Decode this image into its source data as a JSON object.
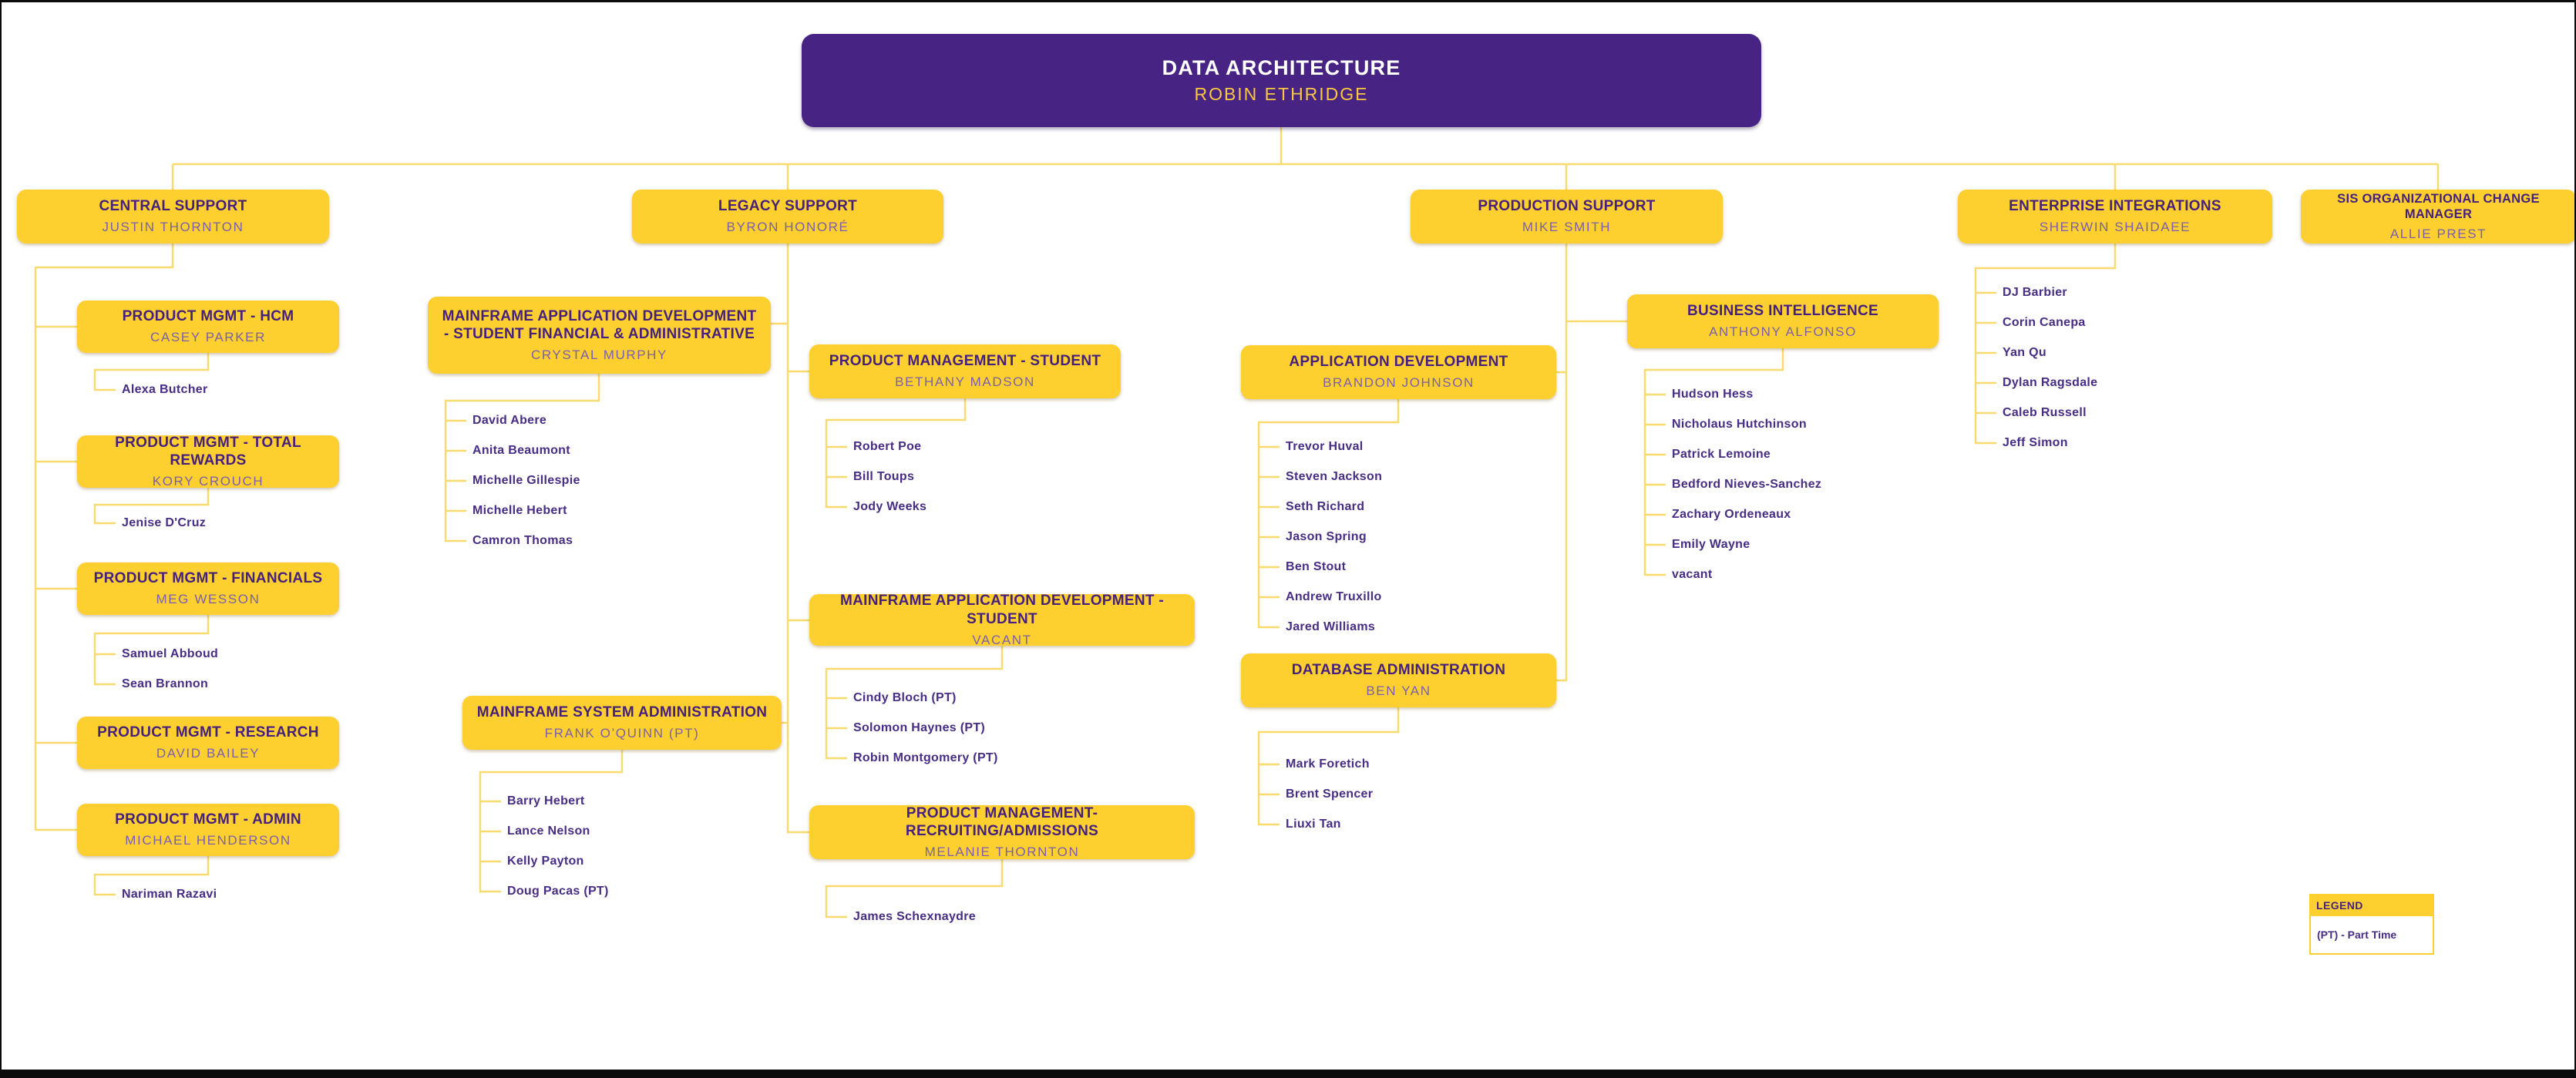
{
  "palette": {
    "purple": "#472384",
    "gold": "#FDD02F",
    "wire_gold": "#F9DA6F",
    "title_text": "#46217C",
    "name_text": "#7B5FA9",
    "leaf_text": "#472D83"
  },
  "root": {
    "title": "DATA ARCHITECTURE",
    "name": "ROBIN ETHRIDGE"
  },
  "branches": [
    {
      "title": "CENTRAL SUPPORT",
      "name": "JUSTIN THORNTON",
      "children": [
        {
          "title": "PRODUCT MGMT - HCM",
          "name": "CASEY PARKER",
          "reports": [
            "Alexa Butcher"
          ]
        },
        {
          "title": "PRODUCT MGMT - TOTAL REWARDS",
          "name": "KORY CROUCH",
          "reports": [
            "Jenise D'Cruz"
          ]
        },
        {
          "title": "PRODUCT MGMT - FINANCIALS",
          "name": "MEG WESSON",
          "reports": [
            "Samuel Abboud",
            "Sean Brannon"
          ]
        },
        {
          "title": "PRODUCT MGMT - RESEARCH",
          "name": "DAVID BAILEY",
          "reports": []
        },
        {
          "title": "PRODUCT MGMT - ADMIN",
          "name": "MICHAEL HENDERSON",
          "reports": [
            "Nariman Razavi"
          ]
        }
      ]
    },
    {
      "title": "LEGACY SUPPORT",
      "name": "BYRON HONORÉ",
      "children": [
        {
          "title": "MAINFRAME APPLICATION  DEVELOPMENT - STUDENT FINANCIAL & ADMINISTRATIVE",
          "name": "CRYSTAL MURPHY",
          "reports": [
            "David Abere",
            "Anita Beaumont",
            "Michelle Gillespie",
            "Michelle Hebert",
            "Camron Thomas"
          ]
        },
        {
          "title": "PRODUCT MANAGEMENT - STUDENT",
          "name": "BETHANY MADSON",
          "reports": [
            "Robert Poe",
            "Bill Toups",
            "Jody Weeks"
          ]
        },
        {
          "title": "MAINFRAME APPLICATION DEVELOPMENT - STUDENT",
          "name": "VACANT",
          "reports": [
            "Cindy Bloch (PT)",
            "Solomon Haynes (PT)",
            "Robin Montgomery (PT)"
          ]
        },
        {
          "title": "MAINFRAME SYSTEM ADMINISTRATION",
          "name": "FRANK O’QUINN (PT)",
          "reports": [
            "Barry Hebert",
            "Lance Nelson",
            "Kelly Payton",
            "Doug Pacas (PT)"
          ]
        },
        {
          "title": "PRODUCT MANAGEMENT- RECRUITING/ADMISSIONS",
          "name": "MELANIE THORNTON",
          "reports": [
            "James Schexnaydre"
          ]
        }
      ]
    },
    {
      "title": "PRODUCTION SUPPORT",
      "name": "MIKE SMITH",
      "children": [
        {
          "title": "BUSINESS INTELLIGENCE",
          "name": "ANTHONY ALFONSO",
          "reports": [
            "Hudson Hess",
            "Nicholaus Hutchinson",
            "Patrick Lemoine",
            "Bedford Nieves-Sanchez",
            "Zachary Ordeneaux",
            "Emily Wayne",
            "vacant"
          ]
        },
        {
          "title": "APPLICATION DEVELOPMENT",
          "name": "BRANDON JOHNSON",
          "reports": [
            "Trevor Huval",
            "Steven Jackson",
            "Seth Richard",
            "Jason Spring",
            "Ben Stout",
            "Andrew Truxillo",
            "Jared Williams"
          ]
        },
        {
          "title": "DATABASE ADMINISTRATION",
          "name": "BEN YAN",
          "reports": [
            "Mark Foretich",
            "Brent Spencer",
            "Liuxi Tan"
          ]
        }
      ]
    },
    {
      "title": "ENTERPRISE INTEGRATIONS",
      "name": "SHERWIN SHAIDAEE",
      "reports": [
        "DJ Barbier",
        "Corin Canepa",
        "Yan Qu",
        "Dylan Ragsdale",
        "Caleb Russell",
        "Jeff Simon"
      ]
    },
    {
      "title": "SIS ORGANIZATIONAL CHANGE MANAGER",
      "name": "ALLIE PREST"
    }
  ],
  "legend": {
    "title": "LEGEND",
    "entry": "(PT) - Part Time"
  }
}
